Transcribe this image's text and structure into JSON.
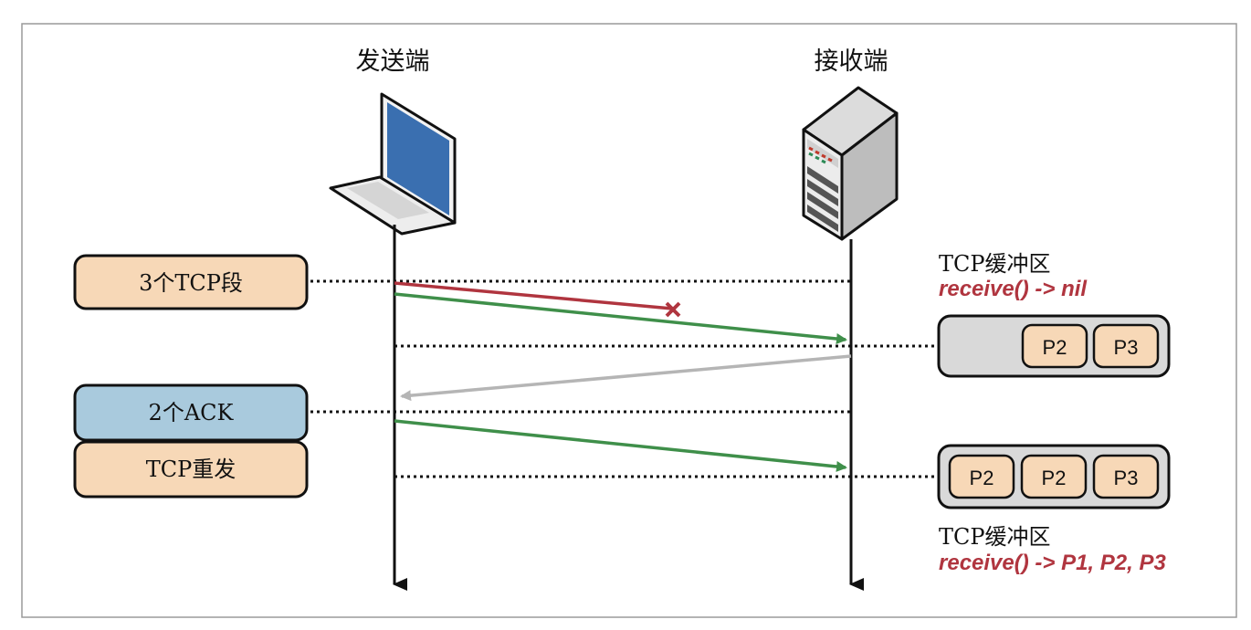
{
  "title": "",
  "colors": {
    "frame": "#9a9a9a",
    "peach": "#f7d8b7",
    "blue": "#a9cadd",
    "gray_box": "#d9d9d9",
    "red": "#b0353f",
    "green": "#3f8f4a",
    "gray_arrow": "#b5b5b5",
    "text_red": "#b0353f"
  },
  "sender": {
    "label": "发送端",
    "icon": "laptop-icon"
  },
  "receiver": {
    "label": "接收端",
    "icon": "server-icon"
  },
  "left_labels": [
    {
      "id": "segments",
      "text": "3个TCP段",
      "color": "peach"
    },
    {
      "id": "acks",
      "text": "2个ACK",
      "color": "blue"
    },
    {
      "id": "resend",
      "text": "TCP重发",
      "color": "peach"
    }
  ],
  "buffer_top": {
    "title": "TCP缓冲区",
    "call": "receive() -> nil",
    "chips": [
      "P2",
      "P3"
    ]
  },
  "buffer_bottom": {
    "title": "TCP缓冲区",
    "call": "receive() -> P1, P2, P3",
    "chips": [
      "P2",
      "P2",
      "P3"
    ]
  },
  "messages": [
    {
      "from": "sender",
      "to": "receiver",
      "status": "lost",
      "color": "red"
    },
    {
      "from": "sender",
      "to": "receiver",
      "status": "delivered",
      "color": "green"
    },
    {
      "from": "receiver",
      "to": "sender",
      "status": "delivered",
      "color": "gray"
    },
    {
      "from": "sender",
      "to": "receiver",
      "status": "delivered",
      "color": "green"
    }
  ]
}
